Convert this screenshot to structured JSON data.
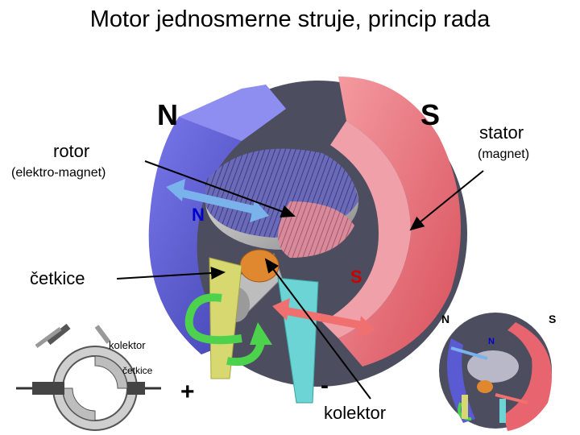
{
  "title": "Motor jednosmerne struje, princip rada",
  "labels": {
    "rotor": "rotor",
    "rotor_sub": "(elektro-magnet)",
    "stator": "stator",
    "stator_sub": "(magnet)",
    "cetkice": "četkice",
    "kolektor_bottom": "kolektor",
    "plus": "+",
    "minus": "-",
    "pole_n_stator": "N",
    "pole_s_stator": "S",
    "pole_n_rotor": "N",
    "pole_s_rotor": "S"
  },
  "inset_left": {
    "kolektor": "kolektor",
    "cetkice": "četkice"
  },
  "inset_right": {
    "n": "N",
    "s": "S",
    "n_rotor": "N"
  },
  "colors": {
    "north_pole": "#5a5ad2",
    "south_pole": "#e8646e",
    "rotor_field_arrow": "#7ab2ec",
    "stator_field_arrow": "#f07070",
    "rotation_arrow": "#4cd24c",
    "brush_plus": "#d8d870",
    "brush_minus": "#6cd4d4",
    "commutator": "#e08830",
    "rotor_red_label": "#cc0000",
    "rotor_blue_label": "#0000cc"
  }
}
